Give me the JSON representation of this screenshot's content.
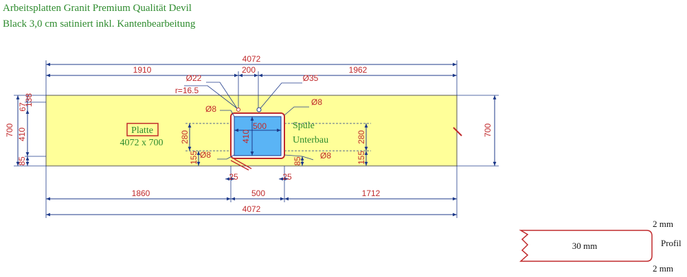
{
  "title": {
    "line1": "Arbeitsplatten Granit Premium Qualität Devil",
    "line2": "Black 3,0 cm satiniert inkl. Kantenbearbeitung"
  },
  "plate": {
    "label": "Platte",
    "size": "4072 x 700"
  },
  "sink": {
    "line1": "Spüle",
    "line2": "Unterbau",
    "width": "500",
    "height": "410"
  },
  "dimensions": {
    "top_total": "4072",
    "top_left": "1910",
    "top_mid": "200",
    "top_right": "1962",
    "bottom_left": "1860",
    "bottom_mid": "500",
    "bottom_right": "1712",
    "bottom_total": "4072",
    "left_total": "700",
    "right_total": "700",
    "left_67": "67",
    "left_138": "138",
    "left_410": "410",
    "left_85": "85",
    "cut_left_280": "280",
    "cut_left_155": "155",
    "cut_right_280": "280",
    "cut_right_155": "155",
    "cut_right_85": "85",
    "gap_left_25": "25",
    "gap_right_25": "25"
  },
  "annotations": {
    "hole_22": "Ø22",
    "hole_35": "Ø35",
    "radius": "r=16.5",
    "hole_8_a": "Ø8",
    "hole_8_b": "Ø8",
    "hole_8_c": "Ø8",
    "hole_8_d": "Ø8"
  },
  "profile": {
    "thickness": "30 mm",
    "top_edge": "2 mm",
    "bottom_edge": "2 mm",
    "label": "Profil"
  },
  "colors": {
    "plate_fill": "#ffff99",
    "sink_fill": "#5ab4f5",
    "dimension_line": "#1e3a8a",
    "dimension_text": "#c0292b",
    "title_text": "#2e8b2e"
  }
}
